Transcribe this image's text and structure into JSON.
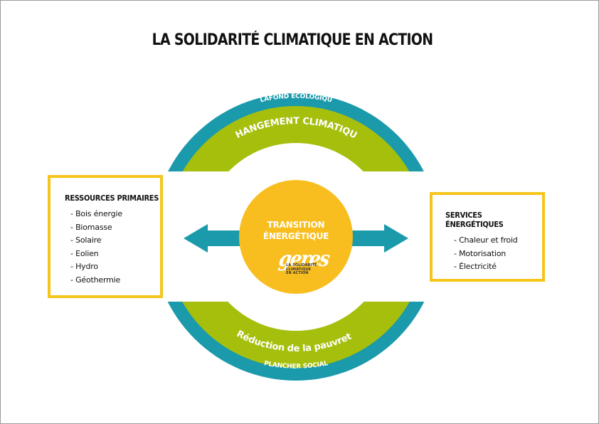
{
  "title": "LA SOLIDARITÉ CLIMATIQUE EN ACTION",
  "ring": {
    "outer_top_label": "PLAFOND ÉCOLOGIQUE",
    "inner_top_label": "CHANGEMENT CLIMATIQUE",
    "inner_bottom_label": "Réduction de la pauvreté",
    "outer_bottom_label": "PLANCHER SOCIAL"
  },
  "center": {
    "line1": "TRANSITION",
    "line2": "ÉNERGÉTIQUE",
    "logo_word": "geres",
    "logo_tag_line1": "LA SOLIDARITÉ",
    "logo_tag_line2": "CLIMATIQUE",
    "logo_tag_line3": "EN ACTION"
  },
  "left_panel": {
    "title": "RESSOURCES PRIMAIRES",
    "items": [
      "Bois énergie",
      "Biomasse",
      "Solaire",
      "Eolien",
      "Hydro",
      "Géothermie"
    ]
  },
  "right_panel": {
    "title": "SERVICES ÉNERGÉTIQUES",
    "items": [
      "Chaleur et froid",
      "Motorisation",
      "Électricité"
    ]
  },
  "colors": {
    "teal": "#1a9aab",
    "green": "#a6bf0d",
    "yellow": "#f8be1f",
    "panel_border": "#f6c51c"
  }
}
